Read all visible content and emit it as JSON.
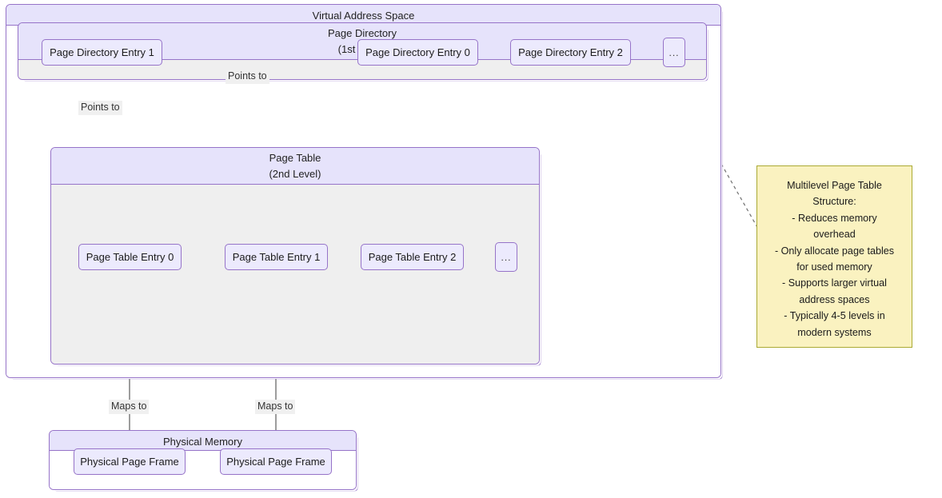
{
  "diagram": {
    "type": "multilevel-page-table",
    "virtual_address_space": {
      "title": "Virtual Address Space",
      "page_directory": {
        "title_line1": "Page Directory",
        "title_line2": "(1st Level)",
        "entries": [
          {
            "label": "Page Directory Entry 1"
          },
          {
            "label": "Page Directory Entry 0"
          },
          {
            "label": "Page Directory Entry 2"
          },
          {
            "label": "..."
          }
        ]
      },
      "page_table": {
        "title_line1": "Page Table",
        "title_line2": "(2nd Level)",
        "entries": [
          {
            "label": "Page Table Entry 0"
          },
          {
            "label": "Page Table Entry 1"
          },
          {
            "label": "Page Table Entry 2"
          },
          {
            "label": "..."
          }
        ]
      }
    },
    "physical_memory": {
      "title": "Physical Memory",
      "frames": [
        {
          "label": "Physical Page Frame"
        },
        {
          "label": "Physical Page Frame"
        }
      ]
    },
    "edges": [
      {
        "label": "Points to",
        "from": "Page Directory Entry 1",
        "to": "Page Table"
      },
      {
        "label": "Points to",
        "from": "Page Directory Entry 0",
        "to": "Page Table"
      },
      {
        "label": "Maps to",
        "from": "Page Table Entry 0",
        "to": "Physical Page Frame"
      },
      {
        "label": "Maps to",
        "from": "Page Table Entry 1",
        "to": "Physical Page Frame"
      }
    ],
    "note": {
      "lines": [
        "Multilevel Page Table",
        "Structure:",
        "- Reduces memory",
        "overhead",
        "- Only allocate page tables",
        "for used memory",
        "- Supports larger virtual",
        "address spaces",
        "- Typically 4-5 levels in",
        "modern systems"
      ]
    },
    "colors": {
      "node_fill": "#eceafd",
      "node_border": "#9673c8",
      "header_fill": "#e6e3fb",
      "body_fill": "#efefef",
      "note_fill": "#faf2c0",
      "note_border": "#aaaa33",
      "edge_stroke": "#4d4d4d"
    }
  }
}
